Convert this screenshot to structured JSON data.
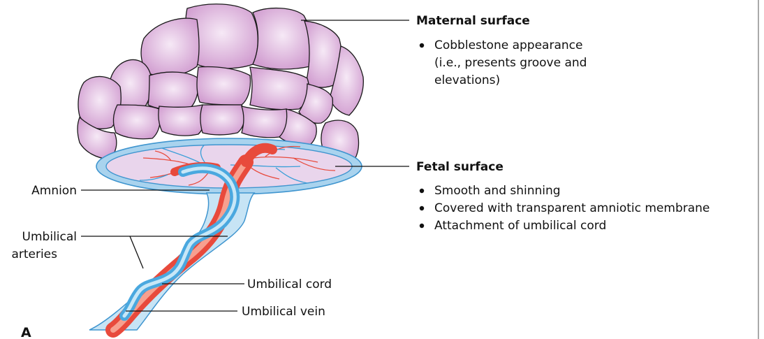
{
  "panel_label": "A",
  "colors": {
    "lobe_fill": "#d9a6d6",
    "lobe_highlight": "#f6e9f6",
    "amnion_blue": "#a9d3ee",
    "amnion_dark": "#3f95cf",
    "artery_red": "#e84a3c",
    "artery_light": "#f7a08f",
    "vein_blue": "#61b7e6",
    "vein_light": "#c7e7f7",
    "fetal_surface": "#e9d5ec"
  },
  "maternal": {
    "title": "Maternal surface",
    "bullets": [
      [
        "Cobblestone appearance",
        "(i.e., presents groove and",
        "elevations)"
      ]
    ]
  },
  "fetal": {
    "title": "Fetal surface",
    "bullets": [
      [
        "Smooth and shinning"
      ],
      [
        "Covered with transparent amniotic membrane"
      ],
      [
        "Attachment of umbilical cord"
      ]
    ]
  },
  "labels": {
    "amnion": "Amnion",
    "umbilical_arteries_line1": "Umbilical",
    "umbilical_arteries_line2": "arteries",
    "umbilical_cord": "Umbilical cord",
    "umbilical_vein": "Umbilical vein"
  }
}
